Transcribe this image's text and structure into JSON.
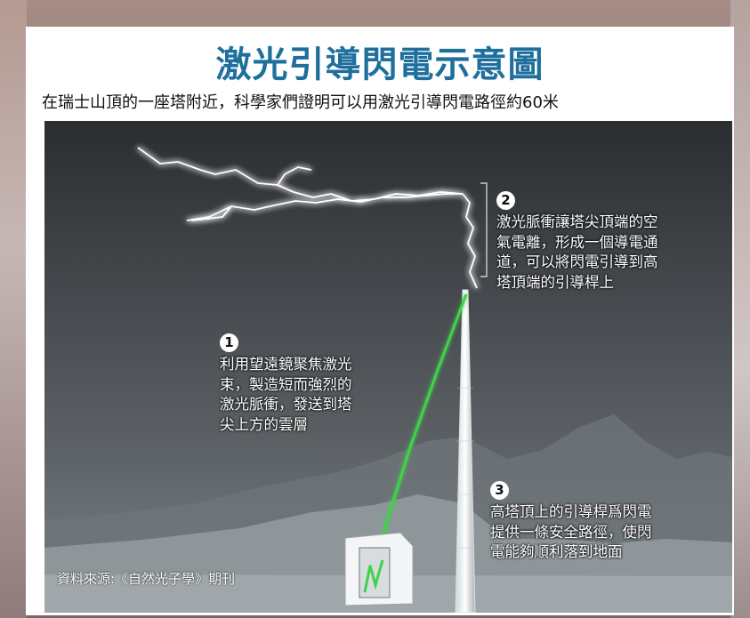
{
  "title": "激光引導閃電示意圖",
  "subtitle": "在瑞士山頂的一座塔附近，科學家們證明可以用激光引導閃電路徑約60米",
  "annotations": [
    {
      "number": "1",
      "text": "利用望遠鏡聚焦激光\n束，製造短而強烈的\n激光脈衝，發送到塔\n尖上方的雲層"
    },
    {
      "number": "2",
      "text": "激光脈衝讓塔尖頂端的空\n氣電離，形成一個導電通\n道，可以將閃電引導到高\n塔頂端的引導桿上"
    },
    {
      "number": "3",
      "text": "高塔頂上的引導桿爲閃電\n提供一條安全路徑，使閃\n電能夠順利落到地面"
    }
  ],
  "source": "資料來源:《自然光子學》期刊",
  "colors": {
    "title": "#1e6f9c",
    "laser": "#3fd24a",
    "lightning_glow": "#ffffff",
    "sky_dark": "#2b2d30",
    "sky_light": "#7b8286",
    "mountain": "#8f969a"
  },
  "icons": [
    "lightning-bolt",
    "laser-beam",
    "tower",
    "telescope-station",
    "mountains"
  ]
}
